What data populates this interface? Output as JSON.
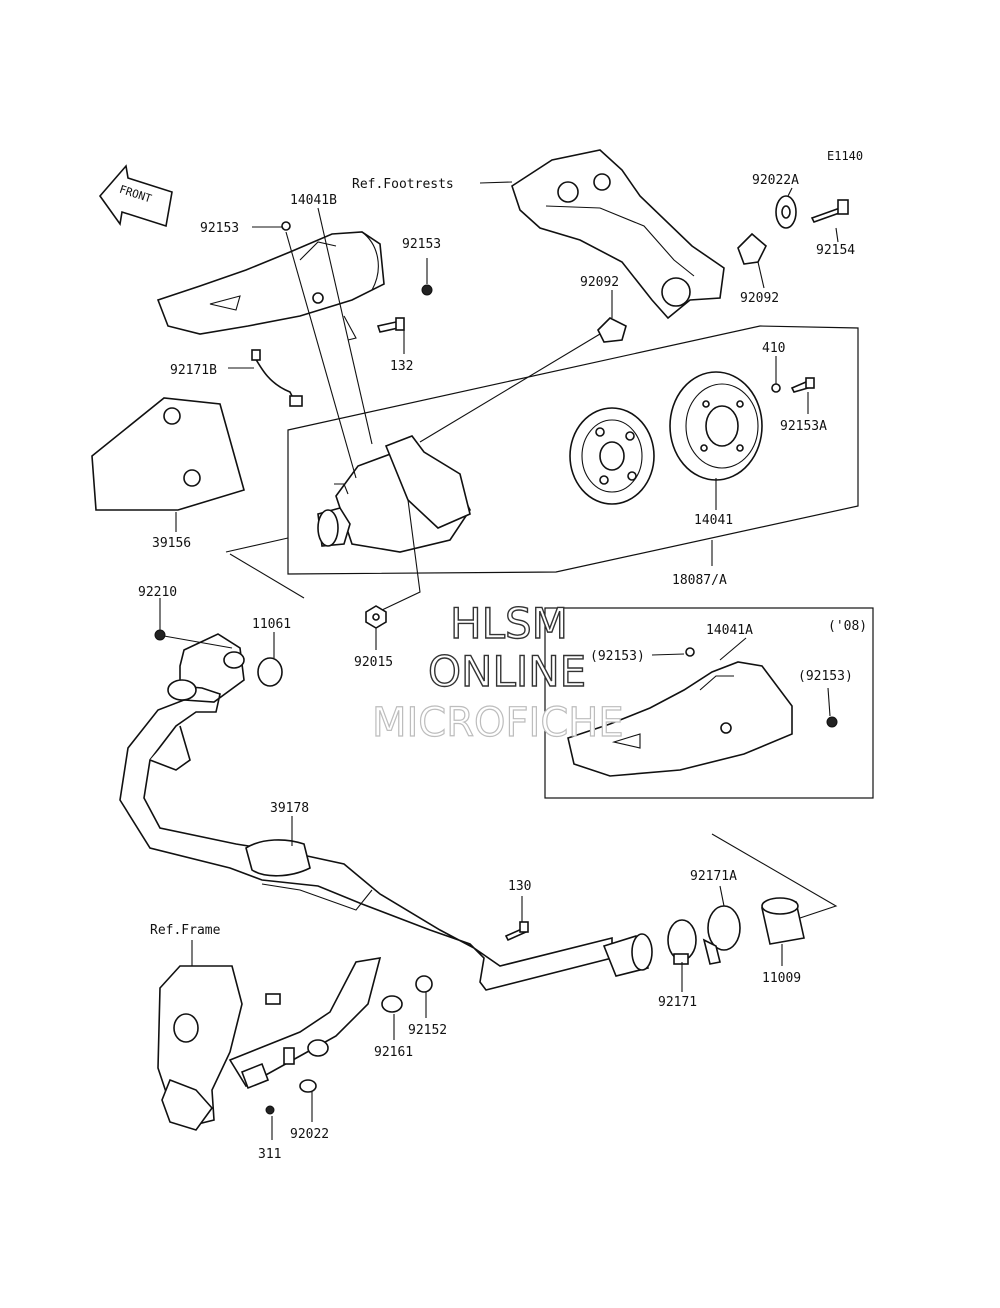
{
  "diagram_code": "E1140",
  "front_arrow": {
    "label": "FRONT",
    "icon": "front-arrow-icon"
  },
  "references": {
    "footrests": "Ref.Footrests",
    "frame": "Ref.Frame"
  },
  "watermark": {
    "line1": "HLSM",
    "line2": "ONLINE",
    "line3": "MICROFICHE"
  },
  "inset": {
    "year": "('08)"
  },
  "labels": {
    "p92153_top": "92153",
    "p14041B": "14041B",
    "p92153_right": "92153",
    "p132": "132",
    "p92171B": "92171B",
    "p39156": "39156",
    "p92022A": "92022A",
    "p92154": "92154",
    "p92092_right": "92092",
    "p92092_mid": "92092",
    "p410": "410",
    "p92153A": "92153A",
    "p14041": "14041",
    "p18087A": "18087/A",
    "p92210": "92210",
    "p11061": "11061",
    "p92015": "92015",
    "p14041A": "14041A",
    "p92153_inset_left": "(92153)",
    "p92153_inset_right": "(92153)",
    "p39178": "39178",
    "p130": "130",
    "p92171A": "92171A",
    "p11009": "11009",
    "p92171": "92171",
    "p92152": "92152",
    "p92161": "92161",
    "p92022": "92022",
    "p311": "311"
  }
}
